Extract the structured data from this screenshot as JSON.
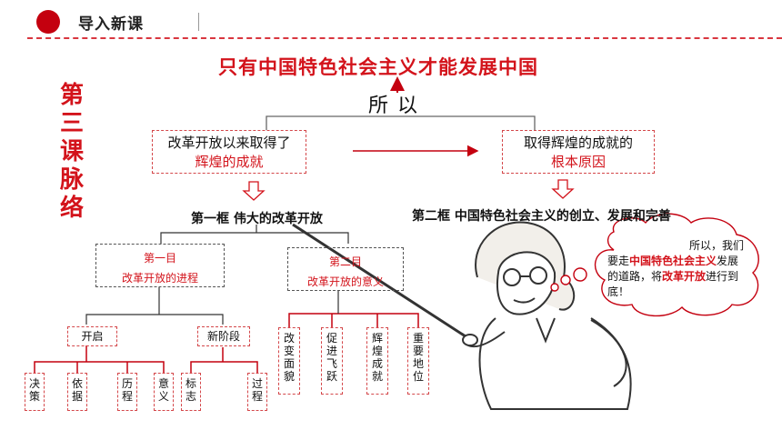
{
  "header": {
    "title": "导入新课"
  },
  "sidebar_title": [
    "第",
    "三",
    "课",
    "脉",
    "络"
  ],
  "conclusion": "只有中国特色社会主义才能发展中国",
  "connector": "所以",
  "left_box": {
    "line1": "改革开放以来取得了",
    "line2": "辉煌的成就"
  },
  "right_box": {
    "line1": "取得辉煌的成就的",
    "line2": "根本原因"
  },
  "frames": {
    "first": "第一框 伟大的改革开放",
    "second": "第二框  中国特色社会主义的创立、发展和完善"
  },
  "sections": {
    "first": {
      "label": "第一目",
      "title": "改革开放的进程"
    },
    "second": {
      "label": "第二目",
      "title": "改革开放的意义"
    }
  },
  "nodes": {
    "start": "开启",
    "new_stage": "新阶段"
  },
  "leaves_start": [
    "决策",
    "依据",
    "历程",
    "意义"
  ],
  "leaves_stage": [
    "标志",
    "过程"
  ],
  "leaves_meaning": [
    "改变面貌",
    "促进飞跃",
    "辉煌成就",
    "重要地位"
  ],
  "bubble": {
    "p1": "所以，我们",
    "p2": "要走",
    "p3": "中国特色社会主义",
    "p4": "发展的道路，将",
    "p5": "改革开放",
    "p6": "进行到底！"
  },
  "colors": {
    "accent": "#d3131b",
    "dashed": "#d4474a"
  }
}
